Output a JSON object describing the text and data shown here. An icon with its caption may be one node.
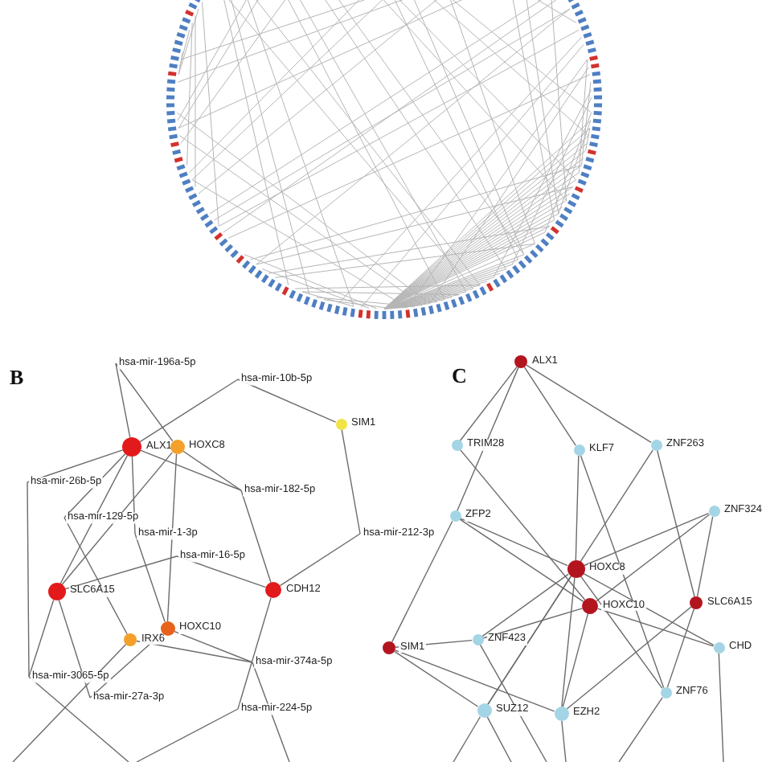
{
  "diagram": {
    "nodes": [
      {
        "text": [
          "hsa-mir-196a-5p"
        ]
      },
      {
        "text": [
          "hsa-mir-10b-5p"
        ]
      },
      {
        "text": [
          "ALX1"
        ]
      },
      {
        "text": [
          "HOXC8"
        ]
      },
      {
        "text": [
          "SIM1"
        ]
      },
      {
        "text": [
          "hsa-mir-26b-5p"
        ]
      },
      {
        "text": [
          "hsa-mir-182-5p"
        ]
      },
      {
        "text": [
          "hsa-mir-129-5p"
        ]
      },
      {
        "text": [
          "hsa-mir-1-3p"
        ]
      },
      {
        "text": [
          "hsa-mir-212-3p"
        ]
      },
      {
        "text": [
          "hsa-mir-16-5p"
        ]
      },
      {
        "text": [
          "SLC6A15"
        ]
      },
      {
        "text": [
          "CDH12"
        ]
      },
      {
        "text": [
          "HOXC10"
        ]
      },
      {
        "text": [
          "IRX6"
        ]
      },
      {
        "text": [
          "hsa-mir-374a-5p"
        ]
      },
      {
        "text": [
          "hsa-mir-3065-5p"
        ]
      },
      {
        "text": [
          "hsa-mir-27a-3p"
        ]
      },
      {
        "text": [
          "hsa-mir-224-5p"
        ]
      },
      {
        "text": [
          "ALX1"
        ]
      },
      {
        "text": [
          "TRIM28"
        ]
      },
      {
        "text": [
          "KLF7"
        ]
      },
      {
        "text": [
          "ZNF263"
        ]
      },
      {
        "text": [
          "ZFP2"
        ]
      },
      {
        "text": [
          "ZNF324"
        ]
      },
      {
        "text": [
          "HOXC8"
        ]
      },
      {
        "text": [
          "HOXC10"
        ]
      },
      {
        "text": [
          "SLC6A15"
        ]
      },
      {
        "text": [
          "SIM1"
        ]
      },
      {
        "text": [
          "ZNF423"
        ]
      },
      {
        "text": [
          "CHD"
        ]
      },
      {
        "text": [
          "ZNF76"
        ]
      },
      {
        "text": [
          "SUZ12"
        ]
      },
      {
        "text": [
          "EZH2"
        ]
      }
    ],
    "edges": [
      {
        "from": 0,
        "to": 2,
        "arrow": "none"
      },
      {
        "from": 0,
        "to": 3,
        "arrow": "none"
      },
      {
        "from": 1,
        "to": 2,
        "arrow": "none"
      },
      {
        "from": 1,
        "to": 4,
        "arrow": "none"
      },
      {
        "from": 4,
        "to": 9,
        "arrow": "none"
      },
      {
        "from": 9,
        "to": 12,
        "arrow": "none"
      },
      {
        "from": 2,
        "to": 5,
        "arrow": "none"
      },
      {
        "from": 5,
        "to": 16,
        "arrow": "none"
      },
      {
        "from": 2,
        "to": 6,
        "arrow": "none"
      },
      {
        "from": 3,
        "to": 6,
        "arrow": "none"
      },
      {
        "from": 6,
        "to": 12,
        "arrow": "none"
      },
      {
        "from": 2,
        "to": 11,
        "arrow": "none"
      },
      {
        "from": 2,
        "to": 8,
        "arrow": "none"
      },
      {
        "from": 3,
        "to": 11,
        "arrow": "none"
      },
      {
        "from": 3,
        "to": 13,
        "arrow": "none"
      },
      {
        "from": 7,
        "to": 2,
        "arrow": "none"
      },
      {
        "from": 7,
        "to": 14,
        "arrow": "none"
      },
      {
        "from": 8,
        "to": 13,
        "arrow": "none"
      },
      {
        "from": 10,
        "to": 11,
        "arrow": "none"
      },
      {
        "from": 10,
        "to": 12,
        "arrow": "none"
      },
      {
        "from": 13,
        "to": 15,
        "arrow": "none"
      },
      {
        "from": 14,
        "to": 15,
        "arrow": "none"
      },
      {
        "from": 12,
        "to": 18,
        "arrow": "none"
      },
      {
        "from": 11,
        "to": 16,
        "arrow": "none"
      },
      {
        "from": 11,
        "to": 17,
        "arrow": "none"
      },
      {
        "from": 13,
        "to": 17,
        "arrow": "none"
      },
      {
        "from": 15,
        "to": null,
        "arrow": "none"
      },
      {
        "from": 18,
        "to": null,
        "arrow": "none"
      },
      {
        "from": 16,
        "to": null,
        "arrow": "none"
      },
      {
        "from": 14,
        "to": null,
        "arrow": "none"
      },
      {
        "from": 19,
        "to": 20,
        "arrow": "none"
      },
      {
        "from": 19,
        "to": 23,
        "arrow": "none"
      },
      {
        "from": 19,
        "to": 21,
        "arrow": "none"
      },
      {
        "from": 19,
        "to": 22,
        "arrow": "none"
      },
      {
        "from": 20,
        "to": 26,
        "arrow": "none"
      },
      {
        "from": 21,
        "to": 25,
        "arrow": "none"
      },
      {
        "from": 21,
        "to": 31,
        "arrow": "none"
      },
      {
        "from": 22,
        "to": 32,
        "arrow": "none"
      },
      {
        "from": 22,
        "to": 27,
        "arrow": "none"
      },
      {
        "from": 23,
        "to": 25,
        "arrow": "none"
      },
      {
        "from": 23,
        "to": 26,
        "arrow": "none"
      },
      {
        "from": 23,
        "to": 28,
        "arrow": "none"
      },
      {
        "from": 24,
        "to": 25,
        "arrow": "none"
      },
      {
        "from": 24,
        "to": 26,
        "arrow": "none"
      },
      {
        "from": 24,
        "to": 27,
        "arrow": "none"
      },
      {
        "from": 25,
        "to": 30,
        "arrow": "none"
      },
      {
        "from": 25,
        "to": 31,
        "arrow": "none"
      },
      {
        "from": 25,
        "to": 32,
        "arrow": "none"
      },
      {
        "from": 25,
        "to": 33,
        "arrow": "none"
      },
      {
        "from": 25,
        "to": 29,
        "arrow": "none"
      },
      {
        "from": 26,
        "to": 29,
        "arrow": "none"
      },
      {
        "from": 26,
        "to": 30,
        "arrow": "none"
      },
      {
        "from": 26,
        "to": 33,
        "arrow": "none"
      },
      {
        "from": 27,
        "to": 33,
        "arrow": "none"
      },
      {
        "from": 27,
        "to": 31,
        "arrow": "none"
      },
      {
        "from": 28,
        "to": 29,
        "arrow": "none"
      },
      {
        "from": 28,
        "to": 32,
        "arrow": "none"
      },
      {
        "from": 28,
        "to": 33,
        "arrow": "none"
      },
      {
        "from": 32,
        "to": null,
        "arrow": "none"
      },
      {
        "from": 32,
        "to": null,
        "arrow": "none"
      },
      {
        "from": 33,
        "to": null,
        "arrow": "none"
      },
      {
        "from": 31,
        "to": null,
        "arrow": "none"
      },
      {
        "from": 30,
        "to": null,
        "arrow": "none"
      },
      {
        "from": 29,
        "to": null,
        "arrow": "none"
      }
    ],
    "labels": [
      "B",
      "C"
    ]
  }
}
